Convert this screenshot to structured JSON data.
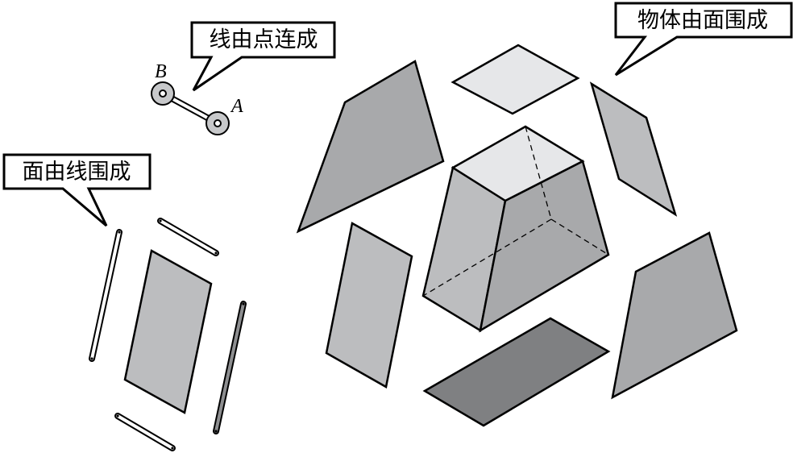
{
  "callouts": {
    "points_to_line": "线由点连成",
    "lines_to_face": "面由线围成",
    "faces_to_solid": "物体由面围成"
  },
  "points": {
    "a": "A",
    "b": "B"
  },
  "colors": {
    "outline": "#000000",
    "face_light": "#e6e7e9",
    "face_mid": "#bcbdbf",
    "face_medium": "#a8a9ab",
    "face_dark": "#7f8082",
    "rod_dark": "#8d8e90",
    "point_fill": "#c7c8ca"
  }
}
